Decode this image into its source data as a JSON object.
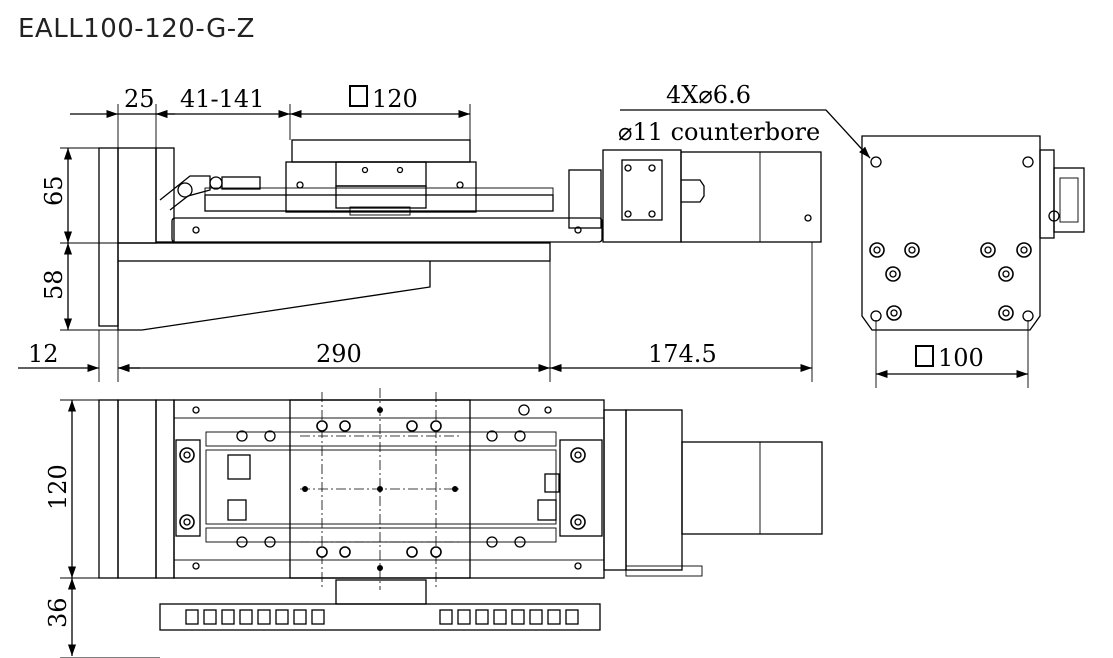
{
  "title": "EALL100-120-G-Z",
  "dimensions": {
    "d25": "25",
    "d41_141": "41-141",
    "sq120": "120",
    "holes_line1": "4X⌀6.6",
    "holes_line2": "⌀11 counterbore",
    "d65": "65",
    "d58": "58",
    "d12": "12",
    "d290": "290",
    "d174_5": "174.5",
    "sq100": "100",
    "d120": "120",
    "d36": "36"
  }
}
